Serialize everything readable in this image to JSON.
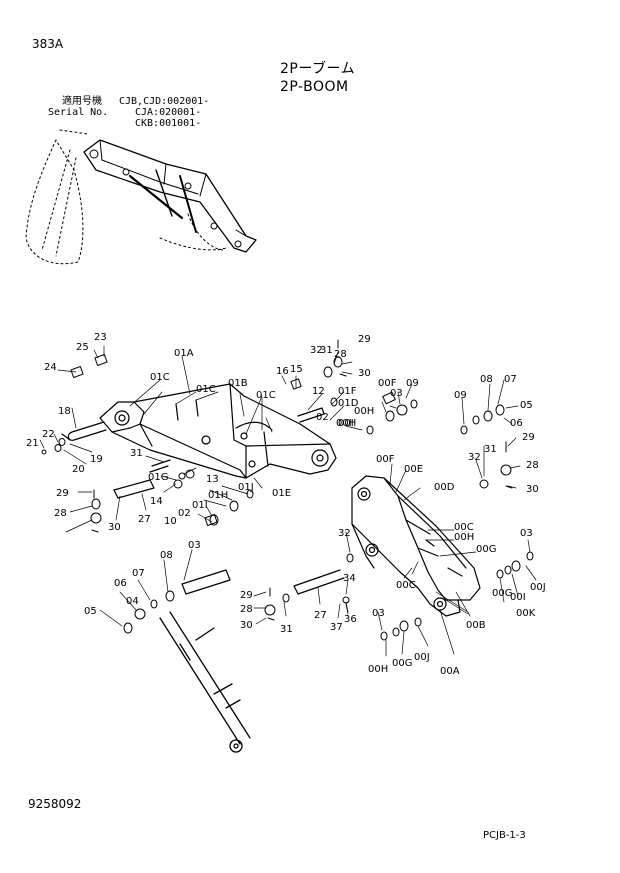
{
  "header": {
    "page_id": "383A",
    "title_jp": "2Pーブーム",
    "title_en": "2P-BOOM"
  },
  "serial_block": {
    "label_jp": "適用号機",
    "label_en": "Serial No.",
    "codes": [
      "CJB,CJD:002001-",
      "CJA:020001-",
      "CKB:001001-"
    ]
  },
  "callouts": [
    "01A",
    "01B",
    "01C",
    "01C",
    "01C",
    "01D",
    "01E",
    "01F",
    "01G",
    "01H",
    "01I",
    "01J",
    "02",
    "03",
    "04",
    "05",
    "06",
    "07",
    "08",
    "09",
    "10",
    "12",
    "13",
    "14",
    "15",
    "16",
    "18",
    "19",
    "20",
    "21",
    "22",
    "23",
    "24",
    "25",
    "27",
    "28",
    "29",
    "30",
    "31",
    "32",
    "34",
    "36",
    "37",
    "00A",
    "00B",
    "00C",
    "00C",
    "00D",
    "00E",
    "00F",
    "00G",
    "00H",
    "00I",
    "00J",
    "00K"
  ],
  "footer": {
    "drawing_number": "9258092",
    "page_ref": "PCJB-1-3"
  }
}
